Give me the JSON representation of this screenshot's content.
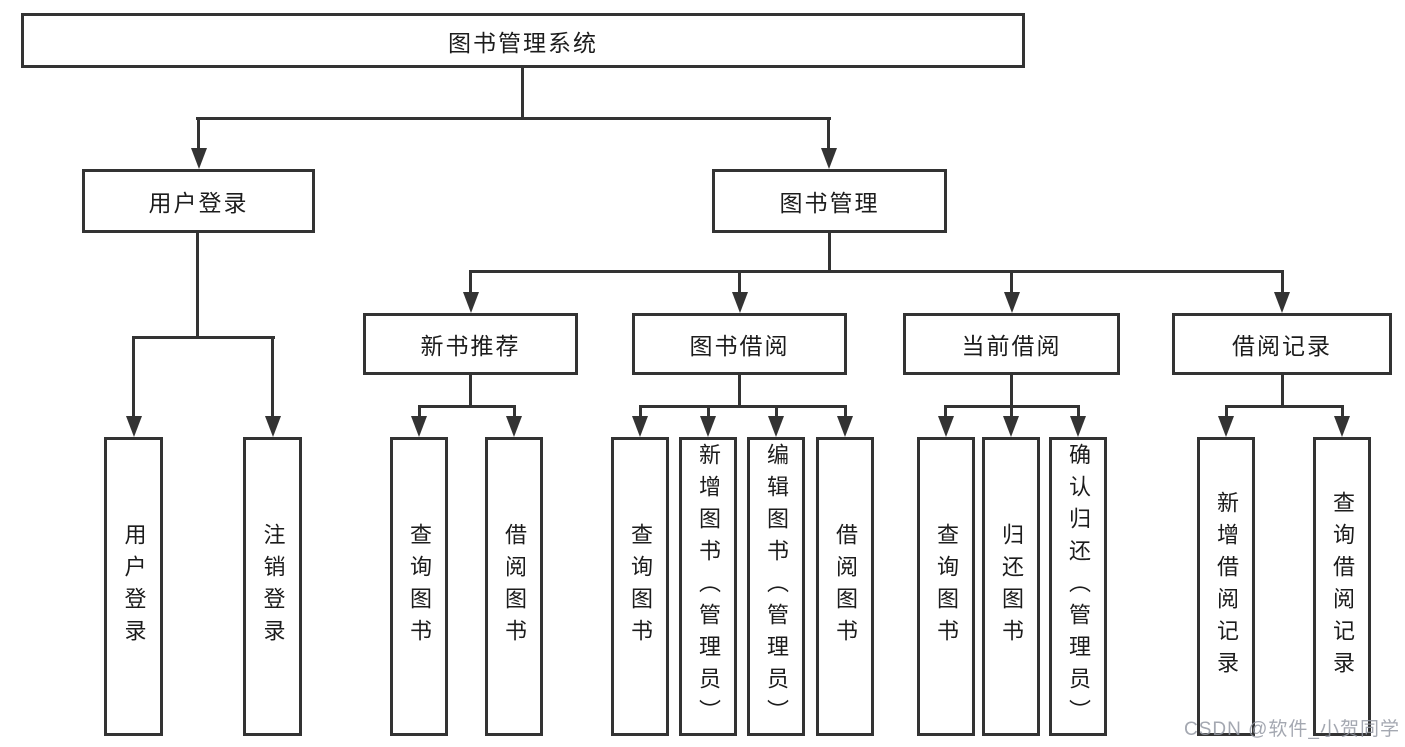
{
  "nodes": {
    "root": "图书管理系统",
    "user_login": "用户登录",
    "book_mgmt": "图书管理",
    "new_book_rec": "新书推荐",
    "book_borrow": "图书借阅",
    "current_borrow": "当前借阅",
    "borrow_record": "借阅记录",
    "leaf_user_login": "用户登录",
    "leaf_logout": "注销登录",
    "leaf_nb_query": "查询图书",
    "leaf_nb_borrow": "借阅图书",
    "leaf_bb_query": "查询图书",
    "leaf_bb_add": "新增图书（管理员）",
    "leaf_bb_edit": "编辑图书（管理员）",
    "leaf_bb_borrow": "借阅图书",
    "leaf_cb_query": "查询图书",
    "leaf_cb_return": "归还图书",
    "leaf_cb_confirm": "确认归还（管理员）",
    "leaf_br_add": "新增借阅记录",
    "leaf_br_query": "查询借阅记录"
  },
  "watermark": {
    "text": "CSDN @软件_小贺同学"
  },
  "colors": {
    "line": "#333333",
    "box_fill": "#ffffff",
    "text": "#1c1c1c",
    "watermark": "#949ba6",
    "background": "#ffffff"
  }
}
